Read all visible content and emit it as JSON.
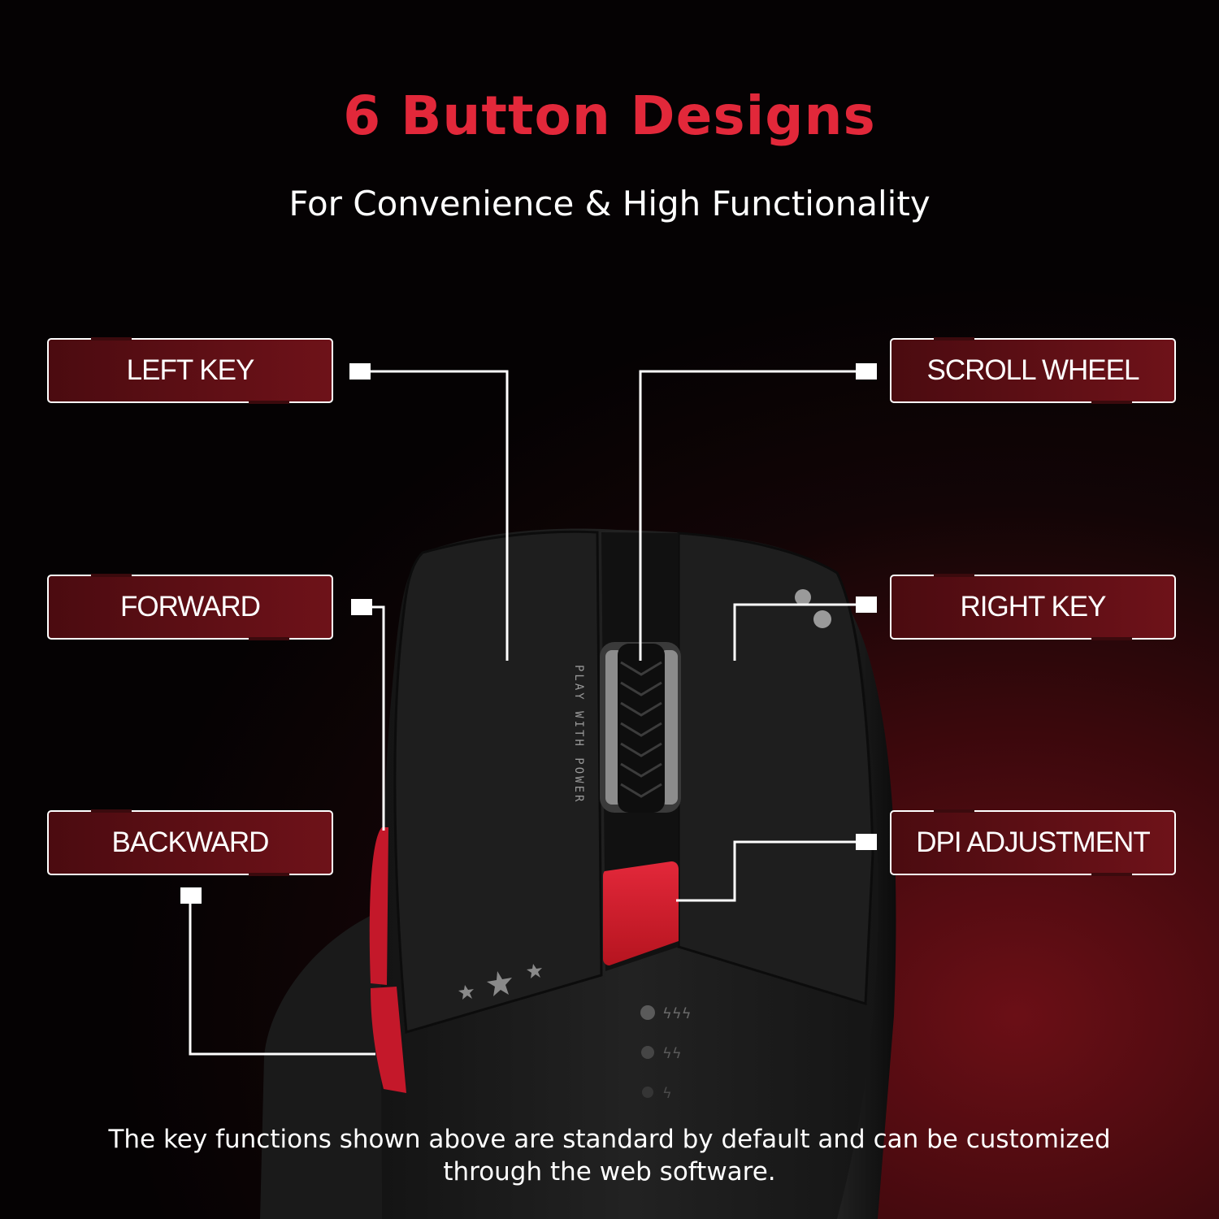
{
  "header": {
    "title": "6 Button Designs",
    "subtitle": "For Convenience & High Functionality"
  },
  "labels": {
    "left_key": "LEFT KEY",
    "forward": "FORWARD",
    "backward": "BACKWARD",
    "scroll_wheel": "SCROLL WHEEL",
    "right_key": "RIGHT KEY",
    "dpi_adjustment": "DPI ADJUSTMENT"
  },
  "mouse": {
    "embossed_text": "PLAY WITH POWER",
    "accent_color": "#d3202e",
    "body_color": "#1c1c1c"
  },
  "footer": {
    "note": "The key functions shown above are standard by default and can be customized through the web software."
  },
  "colors": {
    "title": "#e2283a",
    "label_background": "#5a0d13",
    "text": "#ffffff"
  }
}
